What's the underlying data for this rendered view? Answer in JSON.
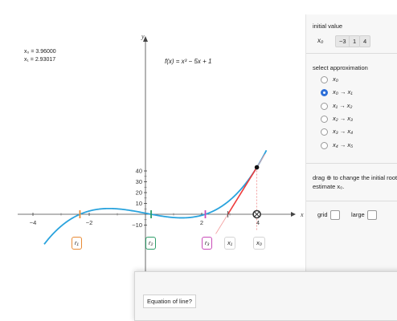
{
  "readout": {
    "x0_line": "x₀ = 3.96000",
    "x1_line": "x₁ = 2.93017"
  },
  "function_label": "f(x) = x³ − 5x + 1",
  "axes": {
    "x_label": "x",
    "y_label": "y",
    "x_ticks": [
      "−4",
      "−2",
      "2",
      "4"
    ],
    "y_ticks": [
      "40",
      "30",
      "20",
      "10",
      "−10"
    ]
  },
  "root_labels": [
    "r₁",
    "r₂",
    "r₃"
  ],
  "estimate_labels": [
    "x₁",
    "x₀"
  ],
  "panel": {
    "initial_value_title": "initial value",
    "x0_symbol": "x₀",
    "value_buttons": [
      "−3",
      "1",
      "4"
    ],
    "approx_title": "select approximation",
    "options": [
      "x₀",
      "x₀ → x₁",
      "x₁ → x₂",
      "x₂ → x₃",
      "x₃ → x₄",
      "x₄ → x₅"
    ],
    "selected_option": 1,
    "hint": "drag ⊕ to change the initial root estimate x₀.",
    "grid_label": "grid",
    "large_label": "large"
  },
  "popup": {
    "title": "Equation of line?"
  },
  "colors": {
    "curve": "#2aa3dd",
    "tangent": "#ee3b3b",
    "root1": "#e98b35",
    "root2": "#2f9e6a",
    "root3": "#c94bb8",
    "radio_selected": "#2d6fd8"
  }
}
